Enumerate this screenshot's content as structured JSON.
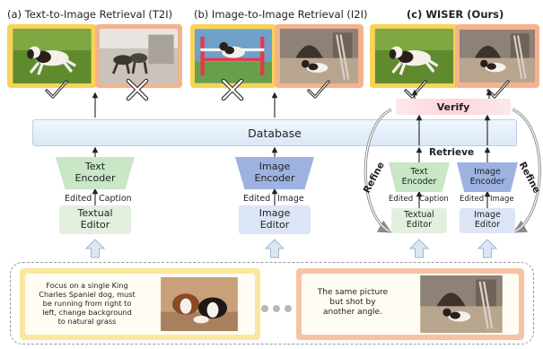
{
  "titles": {
    "t2i": "(a) Text-to-Image Retrieval (T2I)",
    "i2i": "(b) Image-to-Image Retrieval (I2I)",
    "wiser": "(c) WISER (Ours)"
  },
  "database": "Database",
  "verify": "Verify",
  "retrieve": "Retrieve",
  "refine_left": "Refine",
  "refine_right": "Refine",
  "t2i": {
    "encoder": [
      "Text",
      "Encoder"
    ],
    "edited_left": "Edited",
    "edited_right": "Caption",
    "editor": [
      "Textual",
      "Editor"
    ]
  },
  "i2i": {
    "encoder": [
      "Image",
      "Encoder"
    ],
    "edited_left": "Edited",
    "edited_right": "Image",
    "editor": [
      "Image",
      "Editor"
    ]
  },
  "wiser": {
    "text_encoder": [
      "Text",
      "Encoder"
    ],
    "text_edited_left": "Edited",
    "text_edited_right": "Caption",
    "text_editor": [
      "Textual",
      "Editor"
    ],
    "image_encoder": [
      "Image",
      "Encoder"
    ],
    "image_edited_left": "Edited",
    "image_edited_right": "Image",
    "image_editor": [
      "Image",
      "Editor"
    ]
  },
  "query_text": [
    "Focus on a single King",
    "Charles Spaniel dog, must",
    "be running from right to",
    "left, change background",
    "to natural grass"
  ],
  "query_image_text": [
    "The same picture",
    "but shot by",
    "another angle."
  ],
  "colors": {
    "correct_tile": "#f7d358",
    "wrong_tile": "#f5b28e",
    "text_encoder": "#c9e6c6",
    "image_encoder": "#9db2e0",
    "refine_arrow": "#a8a8a8"
  },
  "icons": [
    "check-icon",
    "cross-icon",
    "upload-arrow-icon",
    "refine-arrow-icon",
    "ellipsis-icon"
  ]
}
